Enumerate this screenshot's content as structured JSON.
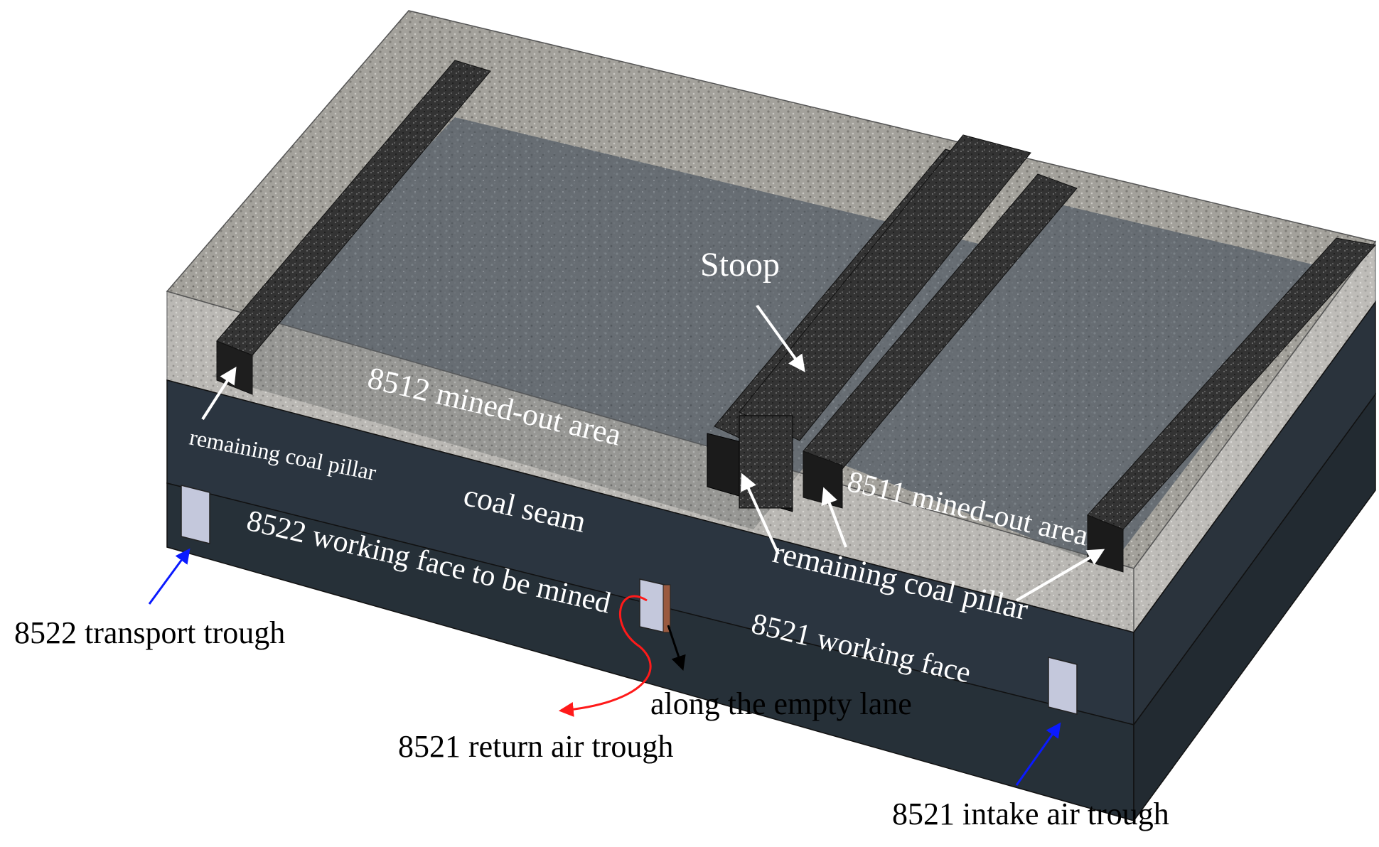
{
  "labels": {
    "stoop": "Stoop",
    "mined_8512": "8512 mined-out area",
    "mined_8511": "8511 mined-out area",
    "remaining_pillar_left": "remaining coal pillar",
    "remaining_pillar_right": "remaining coal pillar",
    "coal_seam": "coal seam",
    "working_face_8522": "8522 working face to be mined",
    "working_face_8521": "8521 working face",
    "transport_trough_8522": "8522 transport trough",
    "return_air_trough_8521": "8521 return air trough",
    "empty_lane": "along the empty lane",
    "intake_air_trough_8521": "8521 intake air trough"
  },
  "colors": {
    "roof_rock": "#9c9a94",
    "coal_dark": "#2b3540",
    "goaf": "#5a626a",
    "pillar": "#2e2e2e",
    "blue_arrow": "#0a1aff",
    "red_arrow": "#ff1a1a",
    "black_arrow": "#000000",
    "trough_fill": "#c4c8dc"
  }
}
